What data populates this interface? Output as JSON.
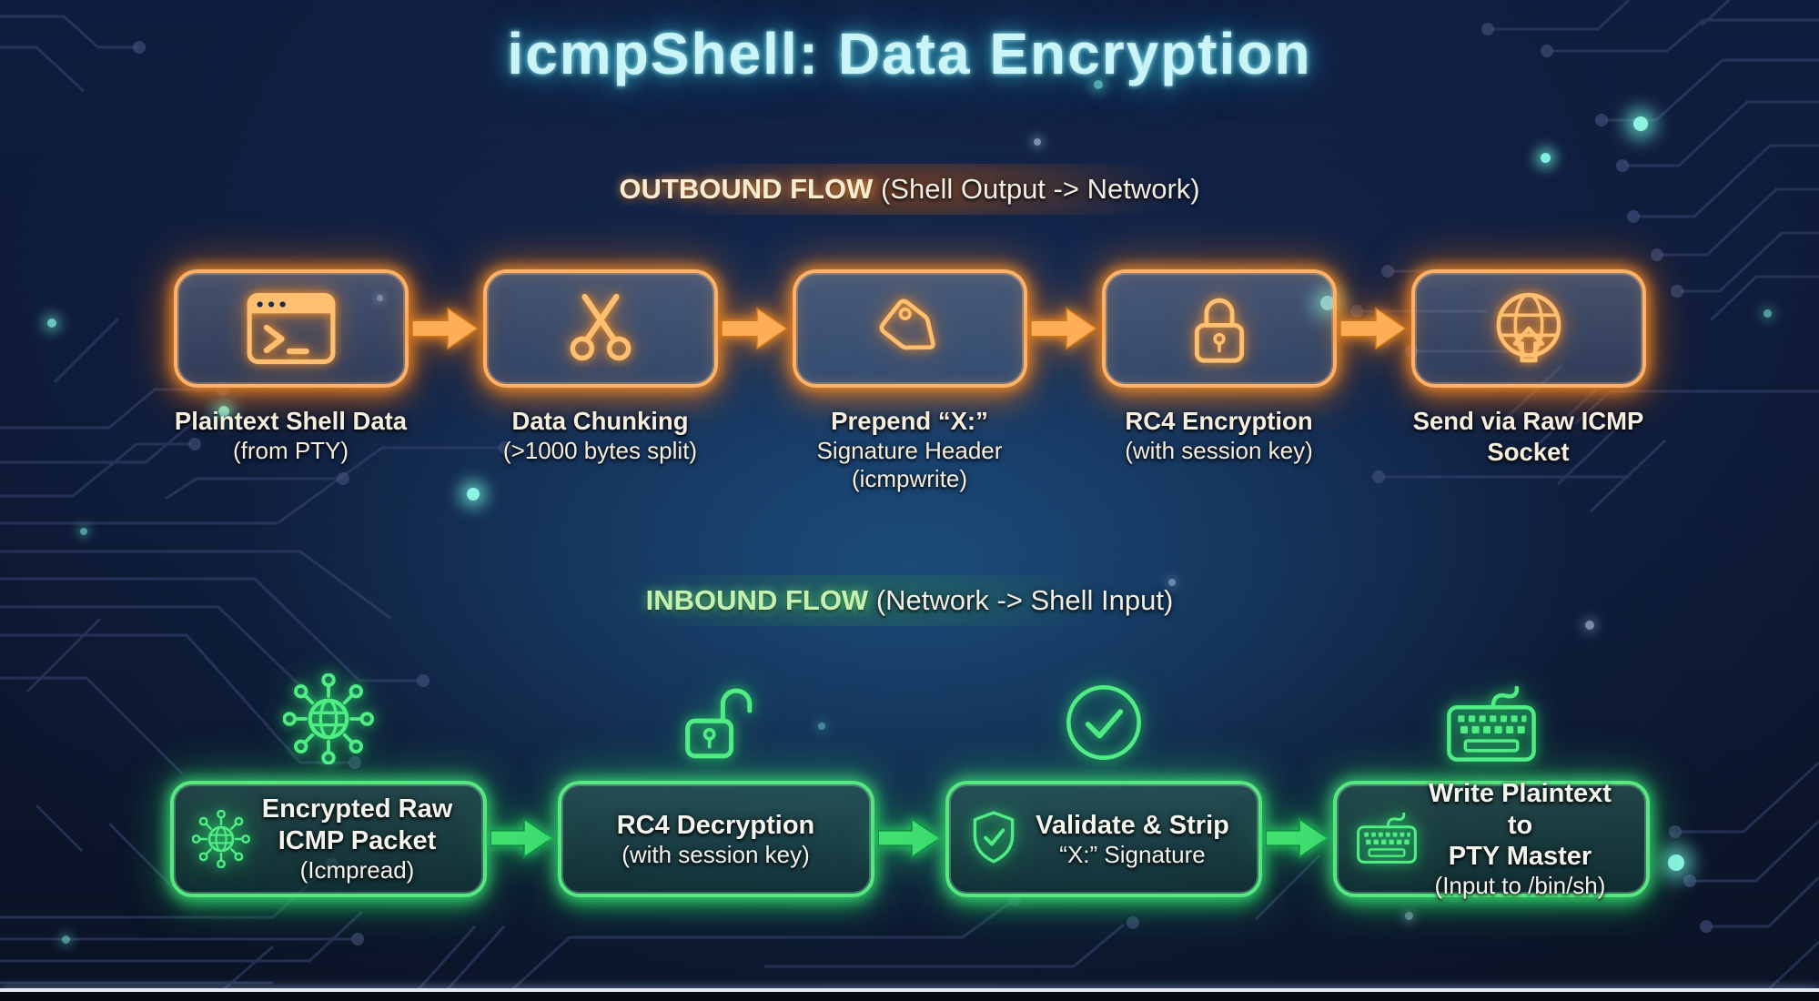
{
  "title": "icmpShell: Data Encryption",
  "outbound": {
    "heading": "OUTBOUND FLOW",
    "heading_detail": " (Shell Output -> Network)",
    "steps": [
      {
        "icon": "terminal-window-icon",
        "label1": "Plaintext Shell Data",
        "label2": "(from PTY)"
      },
      {
        "icon": "scissors-icon",
        "label1": "Data Chunking",
        "label2": "(>1000 bytes split)"
      },
      {
        "icon": "tag-icon",
        "label1": "Prepend “X:”",
        "label2": "Signature Header",
        "label3": "(icmpwrite)"
      },
      {
        "icon": "padlock-icon",
        "label1": "RC4 Encryption",
        "label2": "(with session key)"
      },
      {
        "icon": "globe-upload-icon",
        "label1": "Send via Raw ICMP",
        "label2": "Socket"
      }
    ]
  },
  "inbound": {
    "heading": "INBOUND FLOW",
    "heading_detail": " (Network -> Shell Input)",
    "steps": [
      {
        "icon_above": "network-globe-icon",
        "icon_inside": "network-globe-icon",
        "line1": "Encrypted Raw",
        "line2": "ICMP Packet",
        "line3": "(Icmpread)"
      },
      {
        "icon_above": "open-padlock-icon",
        "icon_inside": "",
        "line1": "RC4 Decryption",
        "line2": "(with session key)"
      },
      {
        "icon_above": "check-circle-icon",
        "icon_inside": "shield-check-icon",
        "line1": "Validate & Strip",
        "line2": "“X:” Signature"
      },
      {
        "icon_above": "keyboard-icon",
        "icon_inside": "keyboard-icon",
        "line1": "Write Plaintext to",
        "line2": "PTY Master",
        "line3": "(Input to /bin/sh)"
      }
    ]
  },
  "colors": {
    "background_navy": "#0d1731",
    "accent_orange": "#ffb267",
    "accent_green": "#57e87f",
    "title_cyan": "#cbf4f8",
    "outbound_heading_cream": "#f8ecd4",
    "inbound_heading_green": "#c6f1b4",
    "circuit_line": "#3a4673"
  }
}
